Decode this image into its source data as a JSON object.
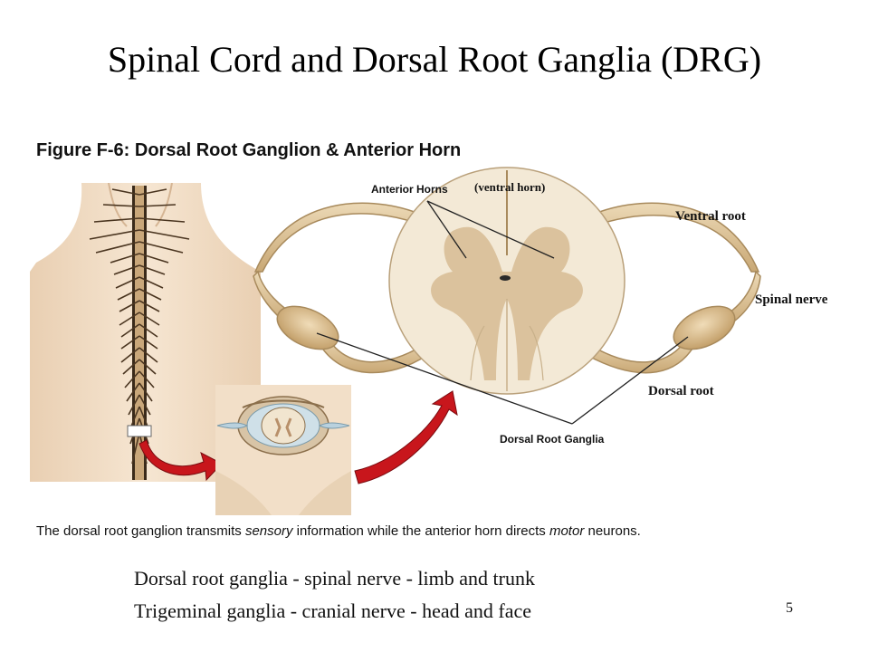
{
  "slide": {
    "title": "Spinal Cord and Dorsal Root Ganglia (DRG)",
    "page_number": "5"
  },
  "figure": {
    "title": "Figure F-6: Dorsal Root Ganglion & Anterior Horn",
    "labels": {
      "anterior_horns": "Anterior Horns",
      "ventral_horn": "(ventral horn)",
      "ventral_root": "Ventral root",
      "spinal_nerve": "Spinal nerve",
      "dorsal_root": "Dorsal root",
      "dorsal_root_ganglia": "Dorsal Root Ganglia"
    },
    "caption": {
      "part1": "The dorsal root ganglion transmits ",
      "em1": "sensory",
      "part2": " information while the anterior horn directs ",
      "em2": "motor",
      "part3": " neurons."
    }
  },
  "body_lines": [
    "Dorsal root ganglia -  spinal nerve -  limb and trunk",
    "Trigeminal ganglia -  cranial nerve - head and face"
  ],
  "colors": {
    "cord_white_matter": "#f3e9d6",
    "gray_matter": "#d9c09a",
    "nerve": "#dcc49a",
    "nerve_edge": "#a88a5c",
    "skin": "#f2dfc8",
    "arrow_red": "#c8161c"
  }
}
